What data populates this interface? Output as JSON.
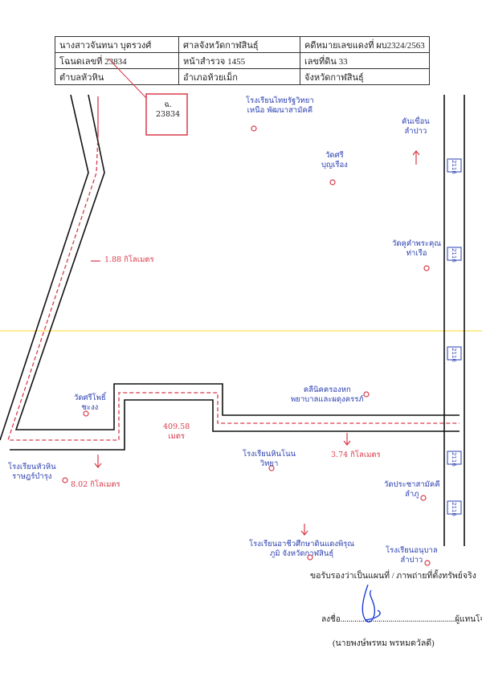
{
  "header": {
    "rows": [
      [
        "นางสาวจันทนา บุตรวงศ์",
        "ศาลจังหวัดกาฬสินธุ์",
        "คดีหมายเลขแดงที่ ผบ2324/2563"
      ],
      [
        "โฉนดเลขที่   23834",
        "หน้าสำรวจ  1455",
        "เลขที่ดิน  33"
      ],
      [
        "ตำบลหัวหิน",
        "อำเภอห้วยเม็ก",
        "จังหวัดกาฬสินธุ์"
      ]
    ]
  },
  "map": {
    "parcel": {
      "line1": "ฉ.",
      "line2": "23834"
    },
    "roads": {
      "route_number": "2116"
    },
    "distances": {
      "d1": "1.88 กิโลเมตร",
      "d2": "409.58",
      "d2_unit": "เมตร",
      "d3": "3.74 กิโลเมตร",
      "d4": "8.02 กิโลเมตร"
    },
    "landmarks": {
      "thai_industry_school": [
        "โรงเรียนไทยรัฐวิทยา",
        "เหนือ พัฒนาสามัคคี"
      ],
      "wat_si": [
        "วัดศรี",
        "บุญเรือง"
      ],
      "dam": [
        "คันเขื่อน",
        "ลำปาว"
      ],
      "wat_nong": [
        "วัดคูคำพระคุณ",
        "ท่าเรือ"
      ],
      "wat_si_pho": [
        "วัดศรีโพธิ์",
        "ชะงง"
      ],
      "school_huahin": [
        "โรงเรียนหัวหิน",
        "ราษฎร์บำรุง"
      ],
      "school_nonsa": [
        "โรงเรียนหินโนน",
        "วิทยา"
      ],
      "clinic": [
        "คลีนิคครองหก",
        "พยาบาลและผดุงครรภ์"
      ],
      "wat_prachaa": [
        "วัดประชาสามัคคี",
        "ลำภู"
      ],
      "college": [
        "โรงเรียนอาชีวศึกษาดินแดงพิรุณ",
        "ภูมิ  จังหวัดกาฬสินธุ์"
      ],
      "school_lampao": [
        "โรงเรียนอนุบาล",
        "ลำปาว"
      ]
    }
  },
  "certification": {
    "statement": "ขอรับรองว่าเป็นแผนที่ / ภาพถ่ายที่ตั้งทรัพย์จริง",
    "sign_prefix": "ลงชื่อ.........................................................ผู้แทนโจทก์",
    "name": "(นายพงษ์พรหม พรหมดวัลดี)"
  },
  "colors": {
    "road_red": "#d83a4a",
    "road_black": "#111111",
    "label_blue": "#2a3fb0",
    "signature": "#1f3fd8",
    "fold_line": "#ffe36e"
  }
}
